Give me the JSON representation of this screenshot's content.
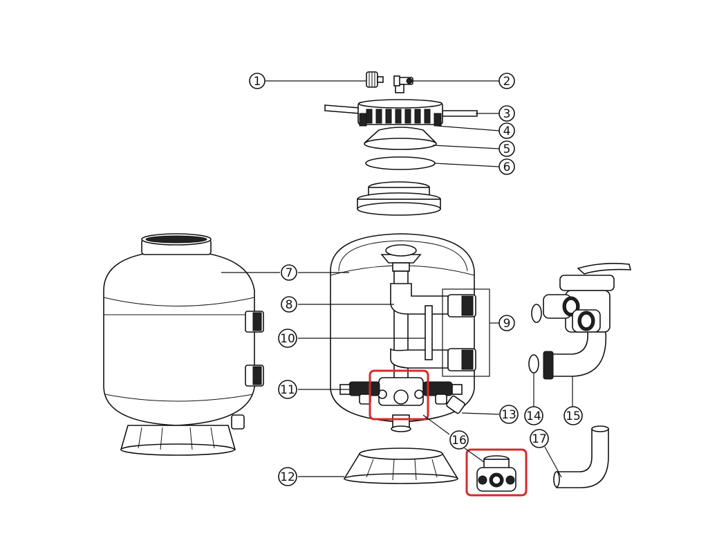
{
  "callouts": [
    {
      "id": "1",
      "label": "1"
    },
    {
      "id": "2",
      "label": "2"
    },
    {
      "id": "3",
      "label": "3"
    },
    {
      "id": "4",
      "label": "4"
    },
    {
      "id": "5",
      "label": "5"
    },
    {
      "id": "6",
      "label": "6"
    },
    {
      "id": "7",
      "label": "7"
    },
    {
      "id": "8",
      "label": "8"
    },
    {
      "id": "9",
      "label": "9"
    },
    {
      "id": "10",
      "label": "10"
    },
    {
      "id": "11",
      "label": "11"
    },
    {
      "id": "12",
      "label": "12"
    },
    {
      "id": "13",
      "label": "13"
    },
    {
      "id": "14",
      "label": "14"
    },
    {
      "id": "15",
      "label": "15"
    },
    {
      "id": "16",
      "label": "16"
    },
    {
      "id": "17",
      "label": "17"
    }
  ],
  "highlight_color": "#d62a2a",
  "line_color": "#111111"
}
